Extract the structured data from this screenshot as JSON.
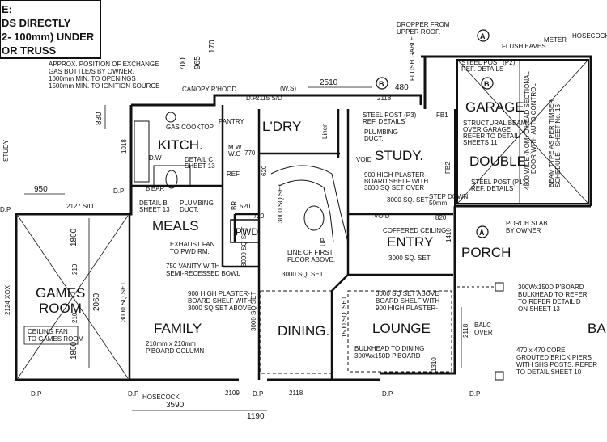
{
  "corner_note": {
    "line1": "E:",
    "line2": "DS DIRECTLY",
    "line3": "2- 100mm) UNDER",
    "line4": "OR TRUSS"
  },
  "top_notes": {
    "gas1": "APPROX. POSITION OF EXCHANGE",
    "gas2": "GAS BOTTLE/S BY OWNER.",
    "gas3": "1000mm MIN. TO OPENINGS",
    "gas4": "1500mm MIN. TO IGNITION SOURCE",
    "canopy": "CANOPY R'HOOD",
    "dropper1": "DROPPER FROM",
    "dropper2": "UPPER ROOF.",
    "flush_gable": "FLUSH GABLE",
    "flush_eaves": "FLUSH EAVES",
    "meter": "METER",
    "hosecock": "HOSECOCK",
    "study_side": "STUDY"
  },
  "rooms": {
    "kitch": "KITCH.",
    "ldry": "L'DRY",
    "study": "STUDY.",
    "garage": "GARAGE",
    "double": "DOUBLE",
    "meals": "MEALS",
    "entry": "ENTRY",
    "porch": "PORCH",
    "games1": "GAMES",
    "games2": "ROOM",
    "family": "FAMILY",
    "dining": "DINING.",
    "lounge": "LOUNGE",
    "pwd": "PWD",
    "balc": "BALC"
  },
  "labels": {
    "pantry": "PANTRY",
    "linen": "Linen",
    "gas_cooktop": "GAS COOKTOP",
    "dw": "D.W",
    "detail_c": "DETAIL C",
    "sheet13a": "SHEET 13",
    "bbar": "B'BAR",
    "detail_b": "DETAIL B",
    "sheet13b": "SHEET 13",
    "plumbing_duct": "PLUMBING",
    "duct": "DUCT.",
    "ref": "REF",
    "mw1": "M.W",
    "mw2": "W.O",
    "br": "BR",
    "void": "VOID",
    "up": "UP",
    "steel_p3a": "STEEL POST (P3)",
    "steel_p3b": "REF. DETAILS",
    "plumb2a": "PLUMBING",
    "plumb2b": "DUCT.",
    "shelf1a": "900 HIGH PLASTER-",
    "shelf1b": "BOARD SHELF WITH",
    "shelf1c": "3000 SQ SET OVER",
    "sqset1": "3000 SQ. SET",
    "steel_p2a": "STEEL POST (P2)",
    "steel_p2b": "REF. DETAILS",
    "beam1": "STRUCTURAL BEAM",
    "beam2": "OVER GARAGE",
    "beam3": "REFER TO DETAIL",
    "beam4": "SHEETS 11",
    "steel_p1a": "STEEL POST (P1)",
    "steel_p1b": "REF. DETAILS",
    "door1": "4800 WIDE (NOM) O'HEAD SECTIONAL",
    "door2": "DOOR WITH AUTO CONTROL",
    "timber1": "BEAM TYPE AS PER TIMBER",
    "timber2": "SCHEDULE - SHEET No. 16",
    "fb1": "FB1",
    "fb2": "FB2",
    "stepdown1": "STEP DOWN",
    "stepdown2": "50mm",
    "coffered": "COFFERED CEILING",
    "porch_slab1": "PORCH SLAB",
    "porch_slab2": "BY OWNER",
    "exhaust1": "EXHAUST FAN",
    "exhaust2": "TO PWD RM.",
    "vanity1": "750 VANITY WITH",
    "vanity2": "SEMI-RECESSED BOWL",
    "line_first1": "LINE OF FIRST",
    "line_first2": "FLOOR ABOVE.",
    "sqset_a": "3000 SQ SET",
    "sqset_b": "3000 SQ SET",
    "sqset_c": "3000 SQ. SET",
    "sqset_d": "3000 SQ. SET",
    "sqset_family": "3000 SQ SET",
    "sqset_dining": "3000 SQ SET",
    "sqset_lounge": "1500 SQ. SET",
    "shelf2a": "900 HIGH PLASTER-",
    "shelf2b": "BOARD SHELF WITH",
    "shelf2c": "3000 SQ SET ABOVE",
    "shelf3a": "3000 SQ SET ABOVE",
    "shelf3b": "BOARD SHELF WITH",
    "shelf3c": "900 HIGH PLASTER-",
    "column1": "210mm x 210mm",
    "column2": "P'BOARD COLUMN",
    "ceiling_fan1": "CEILING FAN",
    "ceiling_fan2": "TO GAMES ROOM",
    "bulk1a": "BULKHEAD TO DINING",
    "bulk1b": "300Wx150D P'BOARD",
    "bulk2a": "300Wx150D P'BOARD",
    "bulk2b": "BULKHEAD TO REFER",
    "bulk2c": "TO REFER DETAIL D",
    "bulk2d": "ON SHEET 13",
    "core1": "470 x 470 CORE",
    "core2": "GROUTED BRICK PIERS",
    "core3": "WITH SHS POSTS. REFER",
    "core4": "TO DETAIL SHEET 10",
    "balc_over1": "BALC",
    "balc_over2": "OVER",
    "hosecock_bottom": "HOSECOCK",
    "sd_top": "2115 S/D",
    "ws": "(W.S)",
    "sd_left": "2127 S/D"
  },
  "dims": {
    "d2510": "2510",
    "d2118top": "2118",
    "d480": "480",
    "d830": "830",
    "d1018": "1018",
    "d950": "950",
    "d700": "700",
    "d965": "965",
    "d170": "170",
    "d620": "620",
    "d770": "770",
    "d720": "720",
    "d520": "520",
    "d820": "820",
    "d1410": "1410",
    "d1800a": "1800",
    "d210a": "210",
    "d2060": "2060",
    "d210b": "210",
    "d1800b": "1800",
    "d2124": "2124 XOX",
    "d2118right": "2118",
    "d1310": "1310",
    "d2109": "2109",
    "d2118bot": "2118",
    "d3590": "3590",
    "d1190": "1190",
    "dp1": "D.P",
    "dp2": "D.P",
    "dp3": "D.P",
    "dp4": "D.P",
    "dp5": "D.P",
    "dp6": "D.P",
    "dp7": "D.P",
    "dp8": "D.P"
  },
  "markers": {
    "a": "A",
    "b": "B"
  }
}
